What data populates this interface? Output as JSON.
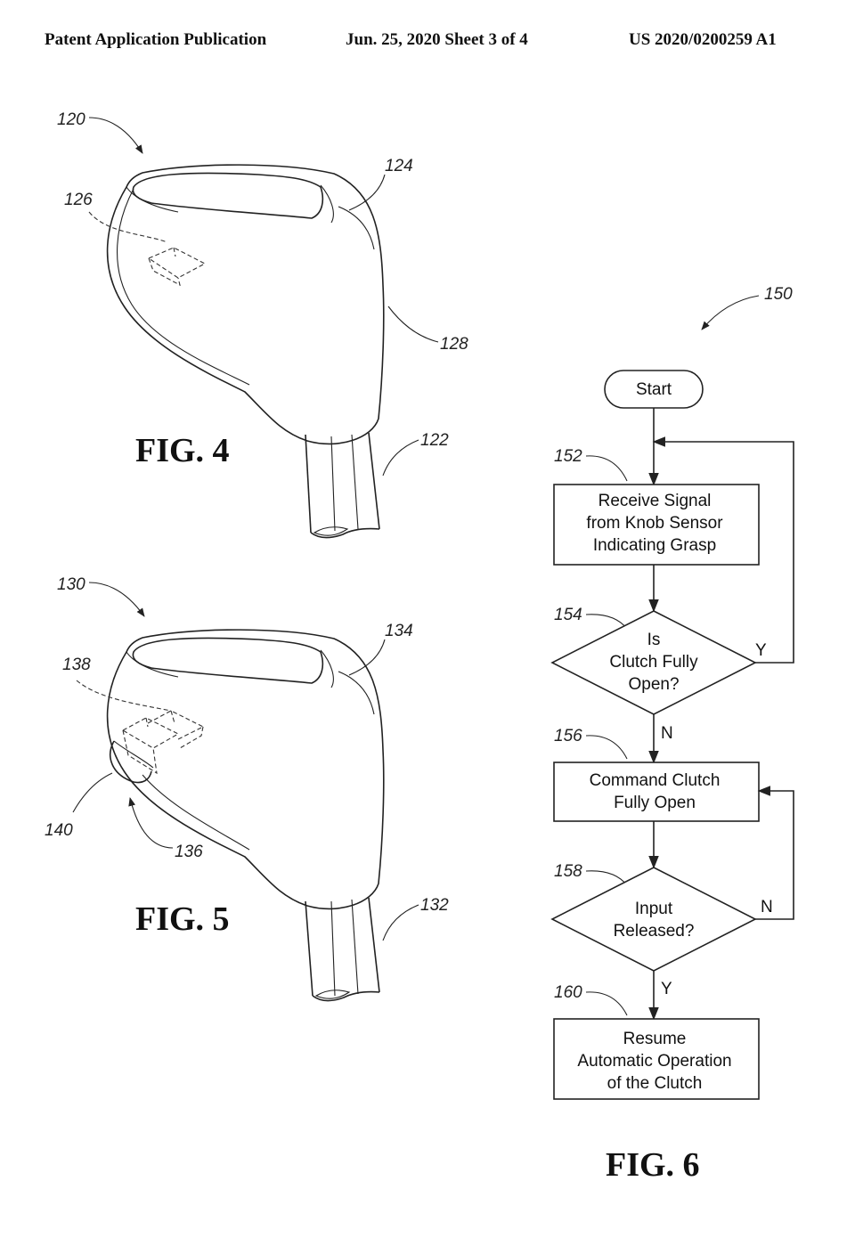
{
  "header": {
    "left": "Patent Application Publication",
    "middle": "Jun. 25, 2020  Sheet 3 of 4",
    "right": "US 2020/0200259 A1"
  },
  "fig4": {
    "caption": "FIG. 4",
    "refs": {
      "assembly": "120",
      "knob": "124",
      "sensor": "126",
      "surface": "128",
      "shaft": "122"
    }
  },
  "fig5": {
    "caption": "FIG. 5",
    "refs": {
      "assembly": "130",
      "knob": "134",
      "sensor": "138",
      "button": "140",
      "region": "136",
      "shaft": "132"
    }
  },
  "fig6": {
    "caption": "FIG. 6",
    "ref": "150",
    "start": "Start",
    "steps": [
      {
        "ref": "152",
        "lines": [
          "Receive Signal",
          "from Knob Sensor",
          "Indicating Grasp"
        ]
      },
      {
        "ref": "154",
        "lines": [
          "Is",
          "Clutch Fully",
          "Open?"
        ],
        "yes": "Y",
        "no": "N"
      },
      {
        "ref": "156",
        "lines": [
          "Command Clutch",
          "Fully Open"
        ]
      },
      {
        "ref": "158",
        "lines": [
          "Input",
          "Released?"
        ],
        "yes": "Y",
        "no": "N"
      },
      {
        "ref": "160",
        "lines": [
          "Resume",
          "Automatic Operation",
          "of the Clutch"
        ]
      }
    ]
  }
}
